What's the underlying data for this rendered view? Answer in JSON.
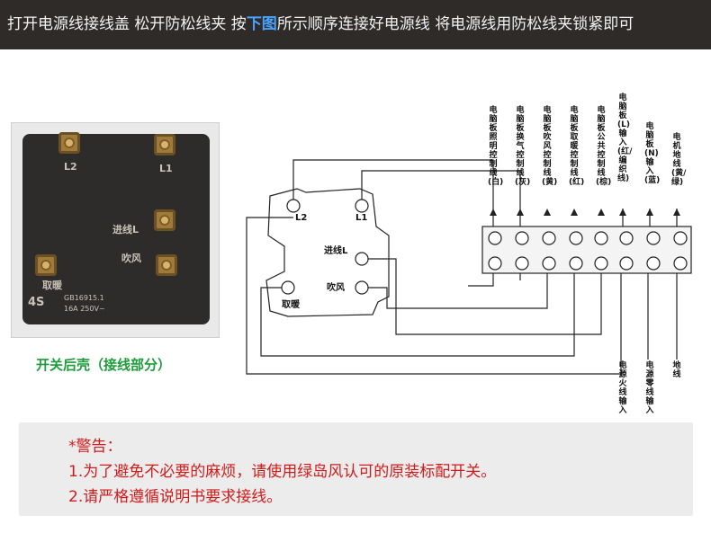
{
  "banner": {
    "pre": "打开电源线接线盖 松开防松线夹 按",
    "highlight": "下图",
    "post": "所示顺序连接好电源线 将电源线用防松线夹锁紧即可"
  },
  "photo": {
    "caption": "开关后壳（接线部分）",
    "labels": {
      "l2": "L2",
      "l1": "L1",
      "in": "进线L",
      "fan": "吹风",
      "heat": "取暖",
      "model": "4S",
      "std": "GB16915.1",
      "rating": "16A 250V~"
    }
  },
  "diagram": {
    "switch_labels": {
      "l2": "L2",
      "l1": "L1",
      "in": "进线L",
      "fan": "吹风",
      "heat": "取暖"
    },
    "top_labels": [
      "电脑板照明控制线(白)",
      "电脑板换气控制线(灰)",
      "电脑板吹风控制线(黄)",
      "电脑板取暖控制线(红)",
      "电脑板公共控制线(棕)",
      "电脑板(L)输入(红/编织线)",
      "电脑板(N)输入(蓝)",
      "电机地线(黄/绿)"
    ],
    "bottom_labels": [
      "电源火线输入",
      "电源零线输入",
      "地线"
    ]
  },
  "warning": {
    "title": "*警告：",
    "line1": "1.为了避免不必要的麻烦，请使用绿岛风认可的原装标配开关。",
    "line2": "2.请严格遵循说明书要求接线。"
  }
}
